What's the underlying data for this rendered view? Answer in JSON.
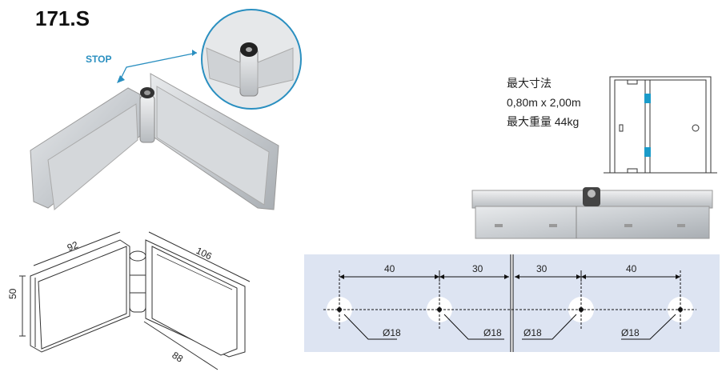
{
  "product": {
    "code": "171.S"
  },
  "callout": {
    "stop_label": "STOP"
  },
  "specs": {
    "max_size_label": "最大寸法",
    "max_size_value": "0,80m x 2,00m",
    "max_weight_text": "最大重量 44kg"
  },
  "dimensions_3d": {
    "width_left": "92",
    "width_right": "106",
    "height": "50",
    "depth": "88"
  },
  "drill_template": {
    "left_spacing_1": "40",
    "left_spacing_2": "30",
    "right_spacing_1": "30",
    "right_spacing_2": "40",
    "hole_diameter": "Ø18",
    "panel_color": "#dde4f2",
    "accent_color": "#2a8fc0"
  }
}
